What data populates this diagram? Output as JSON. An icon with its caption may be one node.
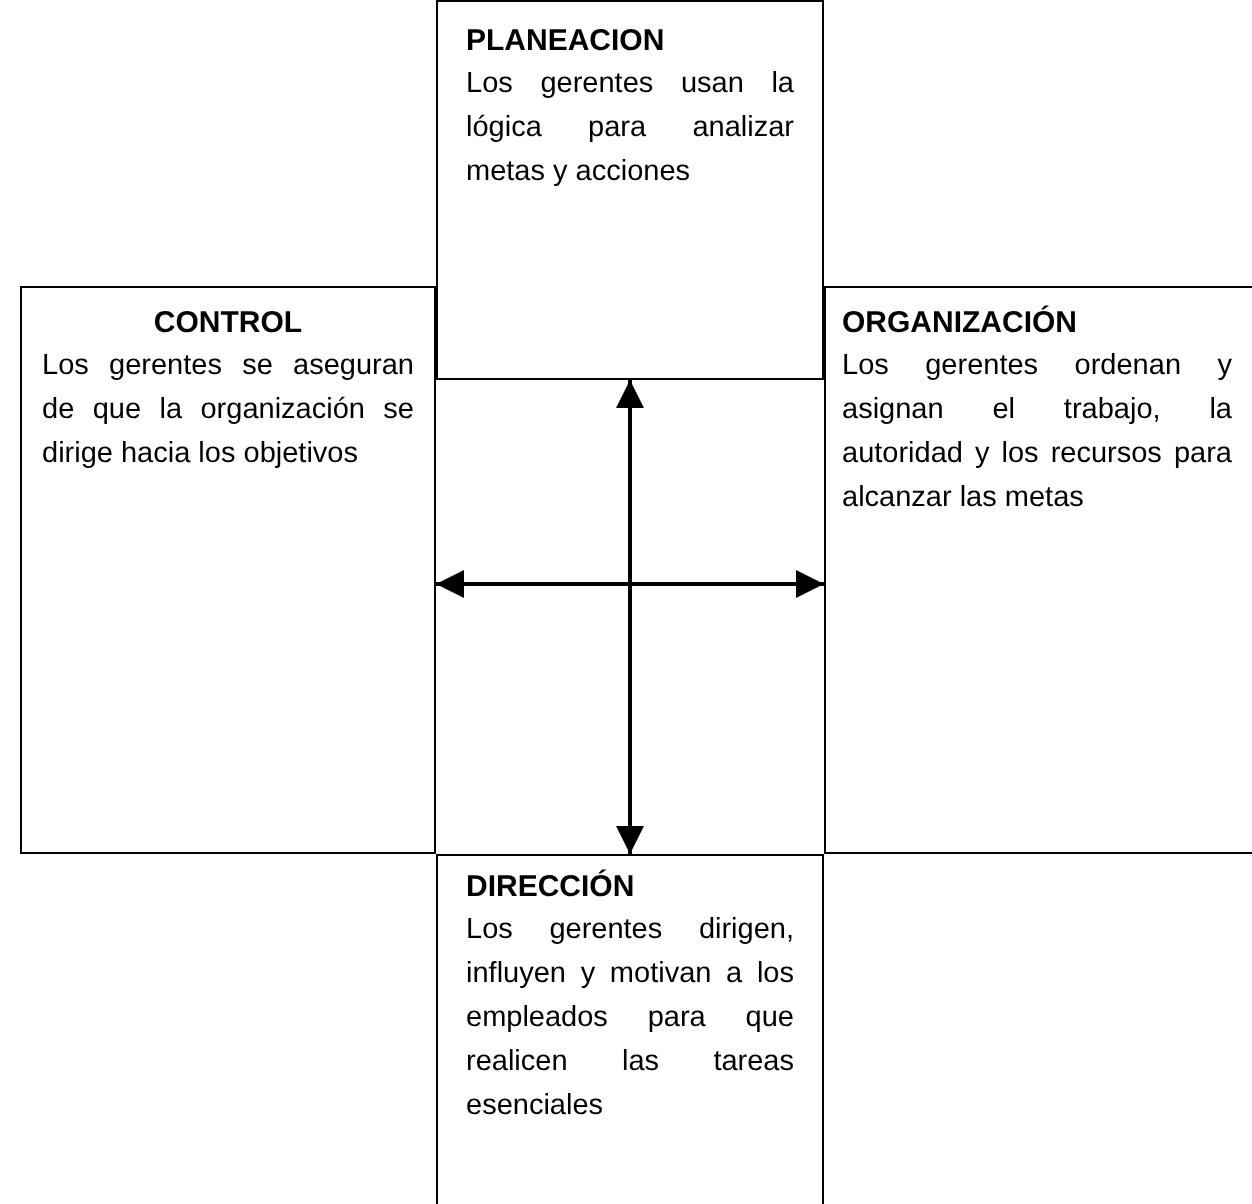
{
  "diagram": {
    "nodes": [
      {
        "text": [
          "PLANEACION",
          "Los gerentes usan la lógica para analizar metas y acciones"
        ]
      },
      {
        "text": [
          "CONTROL",
          "Los gerentes se aseguran de que la organización se dirige hacia los objetivos"
        ]
      },
      {
        "text": [
          "ORGANIZACIÓN",
          "Los gerentes ordenan y asignan el trabajo, la autoridad y los recursos para alcanzar las metas"
        ]
      },
      {
        "text": [
          "DIRECCIÓN",
          "Los gerentes dirigen, influyen y motivan a los empleados para que realicen las tareas esenciales"
        ]
      }
    ],
    "edges": [
      {
        "from": 0,
        "to": 3,
        "arrow": "both"
      },
      {
        "from": 1,
        "to": 2,
        "arrow": "both"
      }
    ]
  }
}
